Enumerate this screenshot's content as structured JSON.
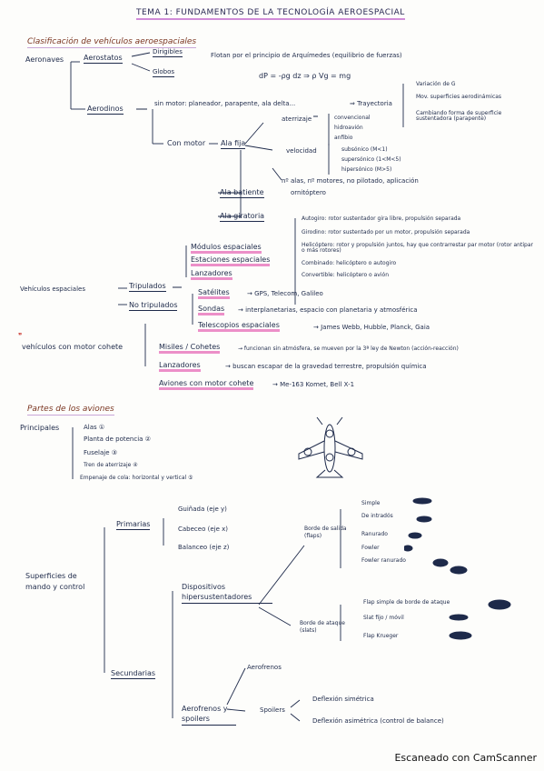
{
  "title": "TEMA 1: FUNDAMENTOS DE LA TECNOLOGÍA AEROESPACIAL",
  "sec1": {
    "heading": "Clasificación de vehículos aeroespaciales",
    "aeronaves": "Aeronaves",
    "aerostatos": "Aerostatos",
    "dirigibles": "Dirigibles",
    "globos": "Globos",
    "arquimedes": "Flotan por el principio de Arquímedes (equilibrio de fuerzas)",
    "formula": "dP = -ρg dz  ⇒  ρ Vg = mg",
    "aerodinos": "Aerodinos",
    "sin_motor": "sin motor: planeador, parapente, ala delta...",
    "trayectoria": "⇒ Trayectoria",
    "tray_notes": [
      "Variación de G",
      "Mov. superficies aerodinámicas",
      "Cambiando forma de superficie sustentadora (parapente)"
    ],
    "con_motor": "Con motor",
    "ala_fija": "Ala fija",
    "aterrizaje": "aterrizaje",
    "aterr_items": [
      "convencional",
      "hidroavión",
      "anfibio"
    ],
    "velocidad": "velocidad",
    "vel_items": [
      "subsónico (M<1)",
      "supersónico (1<M<5)",
      "hipersónico (M>5)"
    ],
    "otros": "nº alas, nº motores, no pilotado, aplicación",
    "ala_batiente": "Ala batiente",
    "ornitoptero": "ornitóptero",
    "ala_giratoria": "Ala giratoria",
    "giratoria_items": [
      "Autogiro: rotor sustentador gira libre, propulsión separada",
      "Girodino: rotor sustentado por un motor, propulsión separada",
      "Helicóptero: rotor y propulsión juntos, hay que contrarrestar par motor (rotor antipar o más rotores)",
      "Combinado: helicóptero o autogiro",
      "Convertible: helicóptero o avión"
    ],
    "vehiculos_espaciales": "Vehículos espaciales",
    "tripulados": "Tripulados",
    "trip_items": [
      "Módulos espaciales",
      "Estaciones espaciales",
      "Lanzadores"
    ],
    "no_tripulados": "No tripulados",
    "satelites": "Satélites",
    "satelites_desc": "→ GPS, Telecom, Galileo",
    "sondas": "Sondas",
    "sondas_desc": "→ interplanetarias, espacio con planetaria y atmosférica",
    "telescopios": "Telescopios espaciales",
    "telescopios_desc": "→ James Webb, Hubble, Planck, Gaia",
    "cohete_label": "vehículos con motor cohete",
    "misiles": "Misiles / Cohetes",
    "misiles_desc": "→ funcionan sin atmósfera, se mueven por la 3ª ley de Newton (acción-reacción)",
    "lanzadores": "Lanzadores",
    "lanzadores_desc": "→ buscan escapar de la gravedad terrestre, propulsión química",
    "aviones_cohete": "Aviones con motor cohete",
    "aviones_desc": "→ Me-163 Komet, Bell X-1"
  },
  "sec2": {
    "heading": "Partes de los aviones",
    "principales": "Principales",
    "items": [
      "Alas ①",
      "Planta de potencia ②",
      "Fuselaje ③",
      "Tren de aterrizaje ④",
      "Empenaje de cola: horizontal y vertical ⑤"
    ],
    "superficies": "Superficies de mando y control",
    "primarias": "Primarias",
    "prim_items": [
      "Guiñada (eje y)",
      "Cabeceo (eje x)",
      "Balanceo (eje z)"
    ],
    "secundarias": "Secundarias",
    "dispositivos": "Dispositivos hipersustentadores",
    "borde_ataque_sal": "Borde de salida (flaps)",
    "flap_items": [
      "Simple",
      "De intradós",
      "Ranurado",
      "Fowler",
      "Fowler ranurado"
    ],
    "borde_ataque": "Borde de ataque (slats)",
    "slat_items": [
      "Flap simple de borde de ataque",
      "Slat fijo / móvil",
      "Flap Krueger"
    ],
    "aerofrenos_top": "Aerofrenos",
    "aerofrenos": "Aerofrenos y spoilers",
    "spoilers": "Spoilers",
    "spoiler_items": [
      "Deflexión simétrica",
      "Deflexión asimétrica (control de balance)"
    ]
  },
  "footer": "Escaneado con CamScanner"
}
